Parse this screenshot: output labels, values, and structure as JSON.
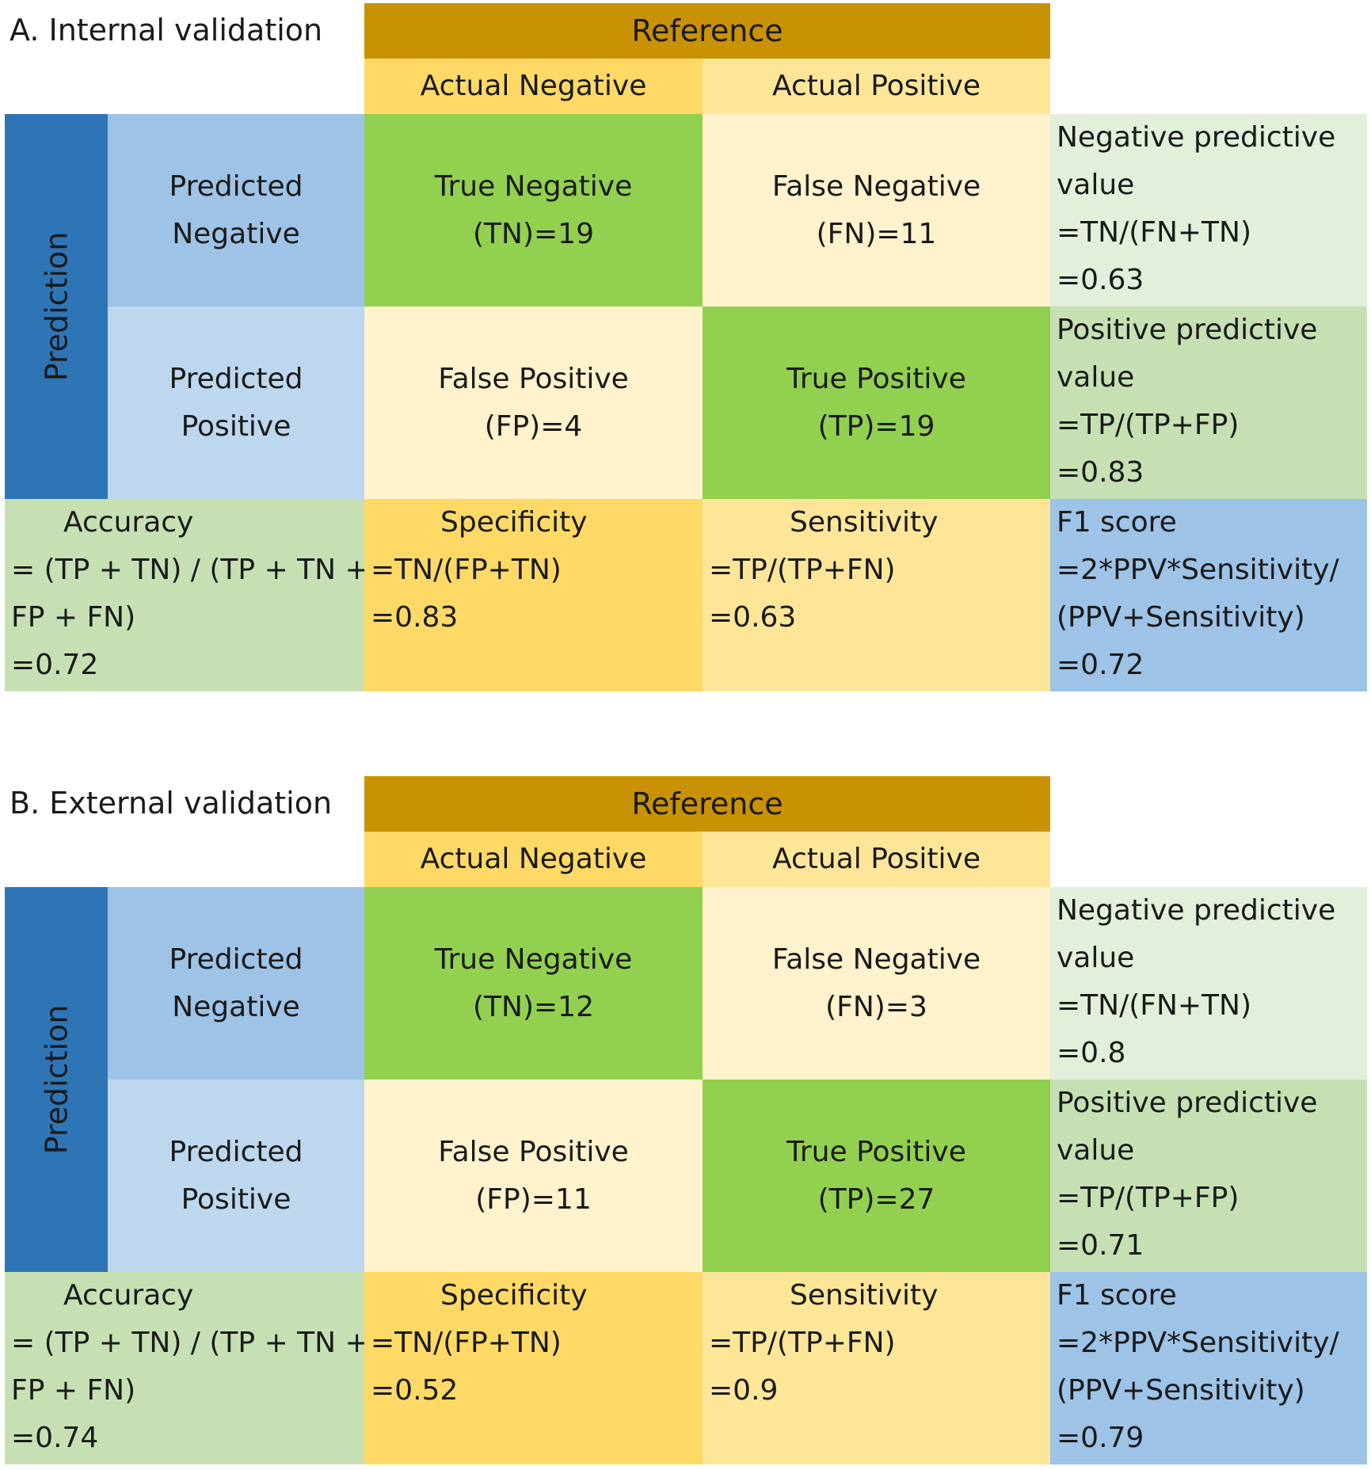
{
  "colors": {
    "reference_header": "#c89204",
    "actual_negative": "#ffd966",
    "actual_positive": "#fee699",
    "prediction_bar": "#2e75b6",
    "predicted_negative": "#9dc3e6",
    "predicted_positive": "#bdd7ee",
    "true_cell": "#92d050",
    "false_cell": "#fff2cc",
    "npv_cell": "#e2efda",
    "ppv_cell": "#c6e0b4",
    "accuracy_cell": "#c6e0b4",
    "specificity_cell": "#ffd966",
    "sensitivity_cell": "#fee699",
    "f1_cell": "#9dc3e6"
  },
  "panels": [
    {
      "title": "A. Internal validation",
      "reference": "Reference",
      "actual_negative": "Actual Negative",
      "actual_positive": "Actual Positive",
      "prediction": "Prediction",
      "predicted_negative": [
        "Predicted",
        "Negative"
      ],
      "predicted_positive": [
        "Predicted",
        "Positive"
      ],
      "tn": [
        "True Negative",
        "(TN)=19"
      ],
      "fn": [
        "False Negative",
        "(FN)=11"
      ],
      "fp": [
        "False Positive",
        "(FP)=4"
      ],
      "tp": [
        "True Positive",
        "(TP)=19"
      ],
      "npv": [
        "Negative predictive",
        "value",
        "=TN/(FN+TN)",
        "=0.63"
      ],
      "ppv": [
        "Positive predictive",
        "value",
        "=TP/(TP+FP)",
        "=0.83"
      ],
      "accuracy": [
        "Accuracy",
        "= (TP + TN) / (TP + TN +",
        "FP + FN)",
        "=0.72"
      ],
      "specificity": [
        "Specificity",
        "=TN/(FP+TN)",
        "=0.83"
      ],
      "sensitivity": [
        "Sensitivity",
        "=TP/(TP+FN)",
        "=0.63"
      ],
      "f1": [
        "F1 score",
        "=2*PPV*Sensitivity/",
        "(PPV+Sensitivity)",
        "=0.72"
      ]
    },
    {
      "title": "B. External validation",
      "reference": "Reference",
      "actual_negative": "Actual Negative",
      "actual_positive": "Actual Positive",
      "prediction": "Prediction",
      "predicted_negative": [
        "Predicted",
        "Negative"
      ],
      "predicted_positive": [
        "Predicted",
        "Positive"
      ],
      "tn": [
        "True Negative",
        "(TN)=12"
      ],
      "fn": [
        "False Negative",
        "(FN)=3"
      ],
      "fp": [
        "False Positive",
        "(FP)=11"
      ],
      "tp": [
        "True Positive",
        "(TP)=27"
      ],
      "npv": [
        "Negative predictive",
        "value",
        "=TN/(FN+TN)",
        "=0.8"
      ],
      "ppv": [
        "Positive predictive",
        "value",
        "=TP/(TP+FP)",
        "=0.71"
      ],
      "accuracy": [
        "Accuracy",
        "= (TP + TN) / (TP + TN +",
        "FP + FN)",
        "=0.74"
      ],
      "specificity": [
        "Specificity",
        "=TN/(FP+TN)",
        "=0.52"
      ],
      "sensitivity": [
        "Sensitivity",
        "=TP/(TP+FN)",
        "=0.9"
      ],
      "f1": [
        "F1 score",
        "=2*PPV*Sensitivity/",
        "(PPV+Sensitivity)",
        "=0.79"
      ]
    }
  ]
}
